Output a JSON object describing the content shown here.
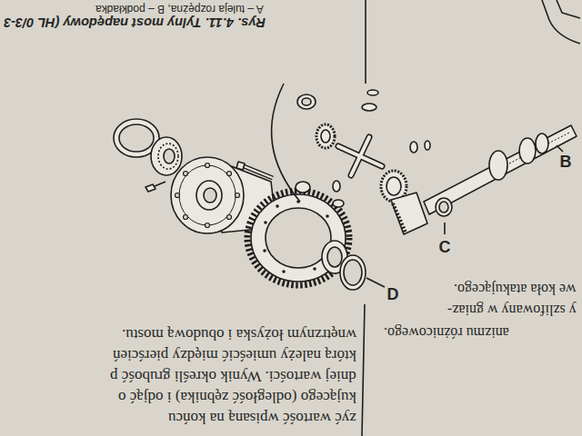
{
  "diagram": {
    "caption": "Rys. 4.11. Tylny most napędowy (HL 0/3-3",
    "labels": [
      "A – tuleja rozpężna, B – podkładka",
      "B",
      "C",
      "D",
      "wnętrznym łożyska i obudową mostu.",
      "którą należy umieścić między pierścień",
      "dniej wartości. Wynik określi grubość p",
      "kującego (odległość zębnika) i odjąć o",
      "zyć wartość wpisaną na końcu",
      "we koła atakującego.",
      "y szlifowany w gniaz-",
      "anizmu różnicowego."
    ]
  }
}
